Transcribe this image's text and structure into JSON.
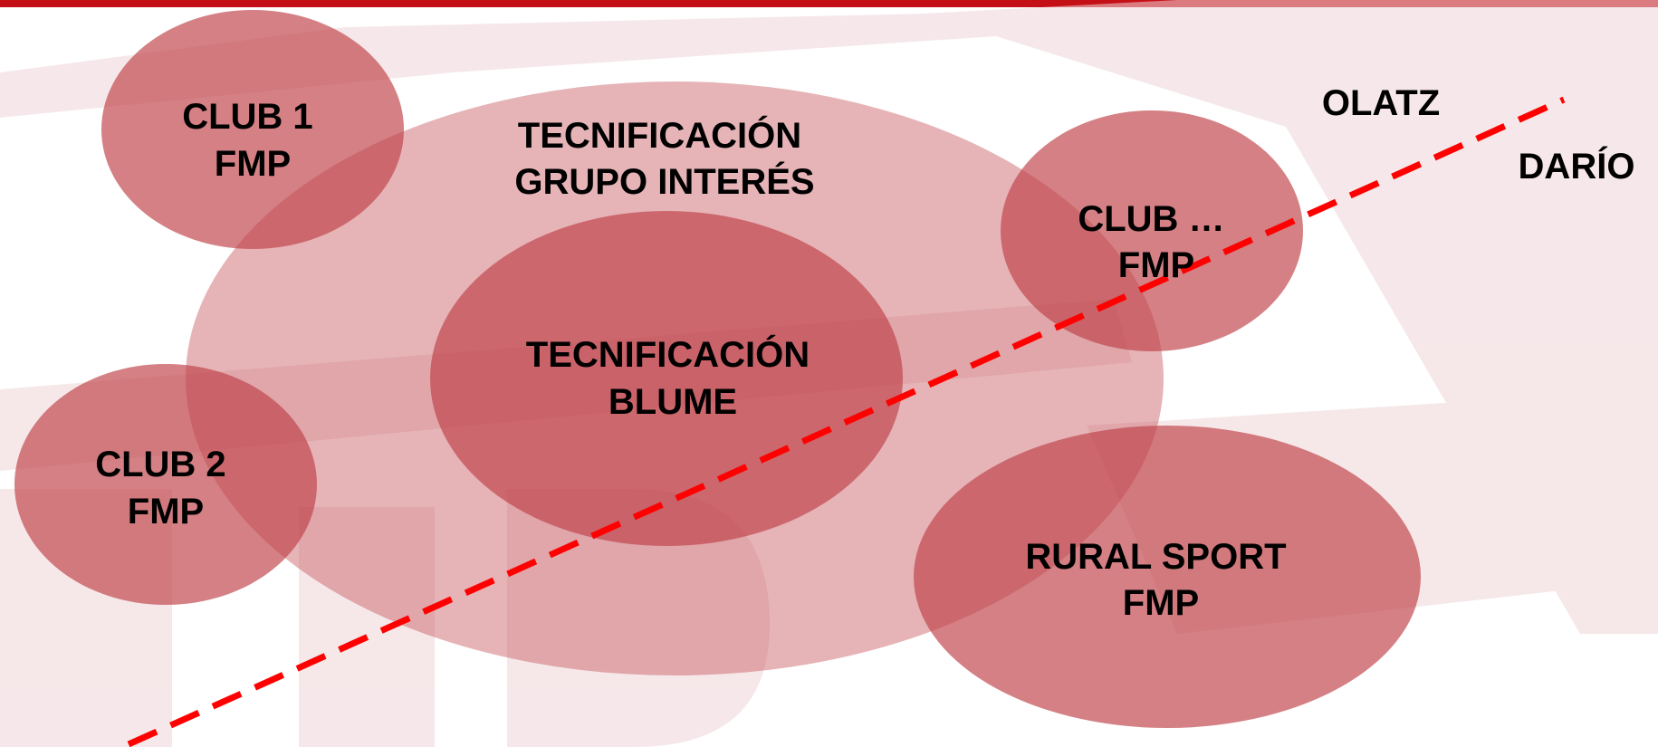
{
  "diagram": {
    "nodes": [
      {
        "id": "club1",
        "line1": "CLUB 1",
        "line2": "FMP"
      },
      {
        "id": "club2",
        "line1": "CLUB 2",
        "line2": "FMP"
      },
      {
        "id": "tec_grupo",
        "line1": "TECNIFICACIÓN",
        "line2": "GRUPO INTERÉS"
      },
      {
        "id": "tec_blume",
        "line1": "TECNIFICACIÓN",
        "line2": "BLUME"
      },
      {
        "id": "club_etc",
        "line1": "CLUB …",
        "line2": "FMP"
      },
      {
        "id": "rural",
        "line1": "RURAL SPORT",
        "line2": "FMP"
      }
    ],
    "names": {
      "left": "OLATZ",
      "right": "DARÍO"
    }
  },
  "colors": {
    "accent": "#c40f16",
    "ellipse_fill": "#c0444a",
    "divider": "#ff0000",
    "watermark": "#efd6d8"
  }
}
